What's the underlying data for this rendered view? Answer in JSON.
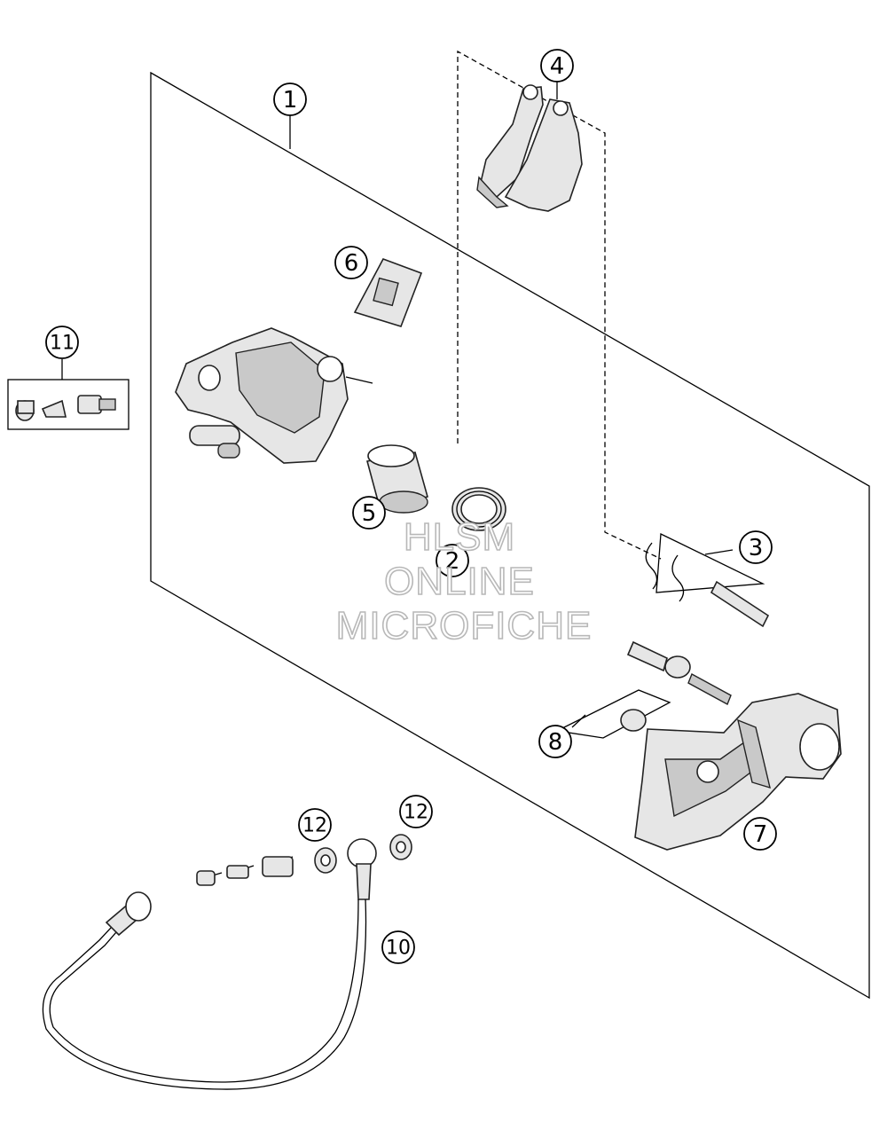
{
  "callouts": [
    "1",
    "2",
    "3",
    "4",
    "5",
    "6",
    "7",
    "8",
    "10",
    "11",
    "12",
    "12"
  ],
  "watermark": {
    "line1": "HLSM",
    "line2": "ONLINE",
    "line3": "MICROFICHE"
  }
}
